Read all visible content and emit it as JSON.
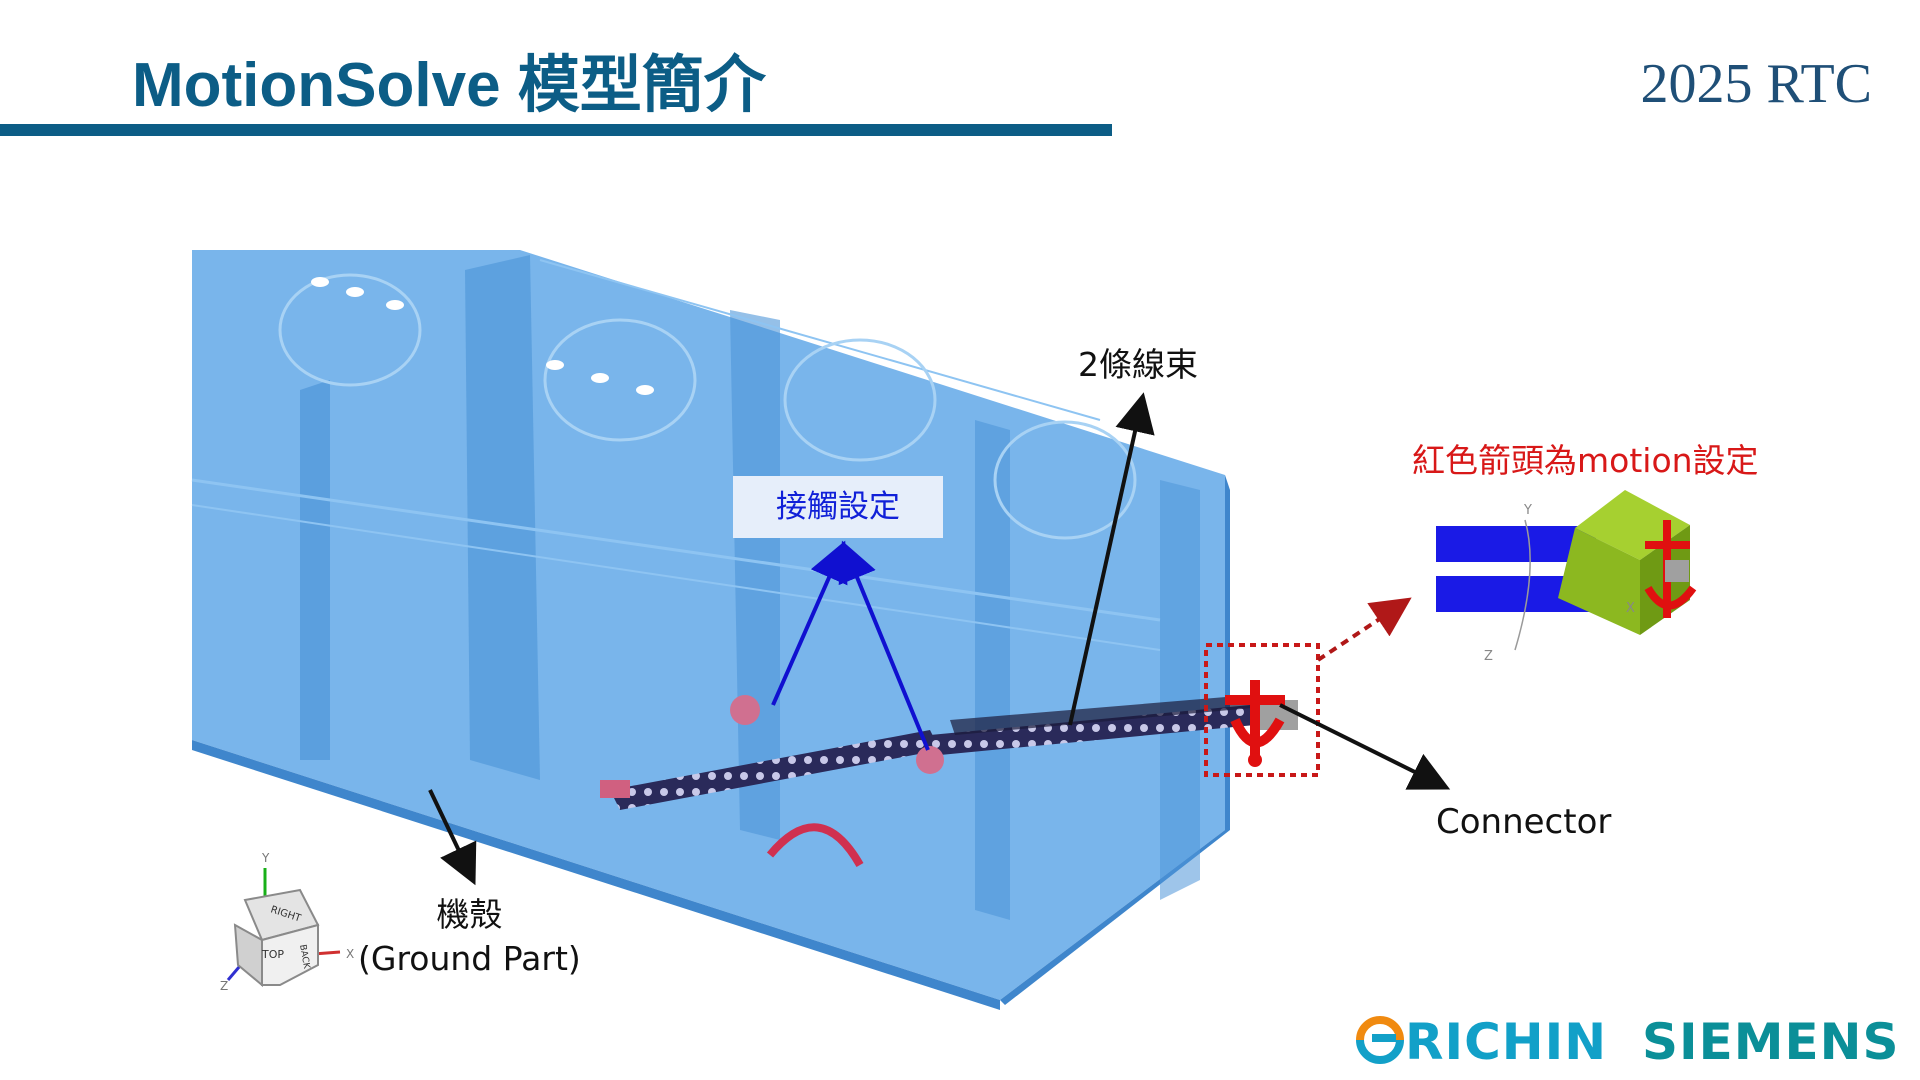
{
  "header": {
    "title": "MotionSolve 模型簡介",
    "event": "2025 RTC"
  },
  "figure": {
    "labels": {
      "harness": "2條線束",
      "contact": "接觸設定",
      "motion": "紅色箭頭為motion設定",
      "connector": "Connector",
      "ground_line1": "機殼",
      "ground_line2": "(Ground Part)"
    },
    "view_cube": {
      "face_top": "TOP",
      "face_right": "RIGHT",
      "face_back": "BACK",
      "axis_y": "Y",
      "axis_x": "X",
      "axis_z": "Z"
    },
    "inset_axes": {
      "axis_y": "Y",
      "axis_x": "X",
      "axis_z": "Z"
    },
    "colors": {
      "chassis": "#5aa3e6",
      "contact_arrow": "#1010d0",
      "motion_marker": "#e01010",
      "green_block": "#8cb820",
      "blue_bar": "#1a1ae6"
    }
  },
  "footer": {
    "logo_richin": "RICHIN",
    "logo_siemens": "SIEMENS"
  }
}
